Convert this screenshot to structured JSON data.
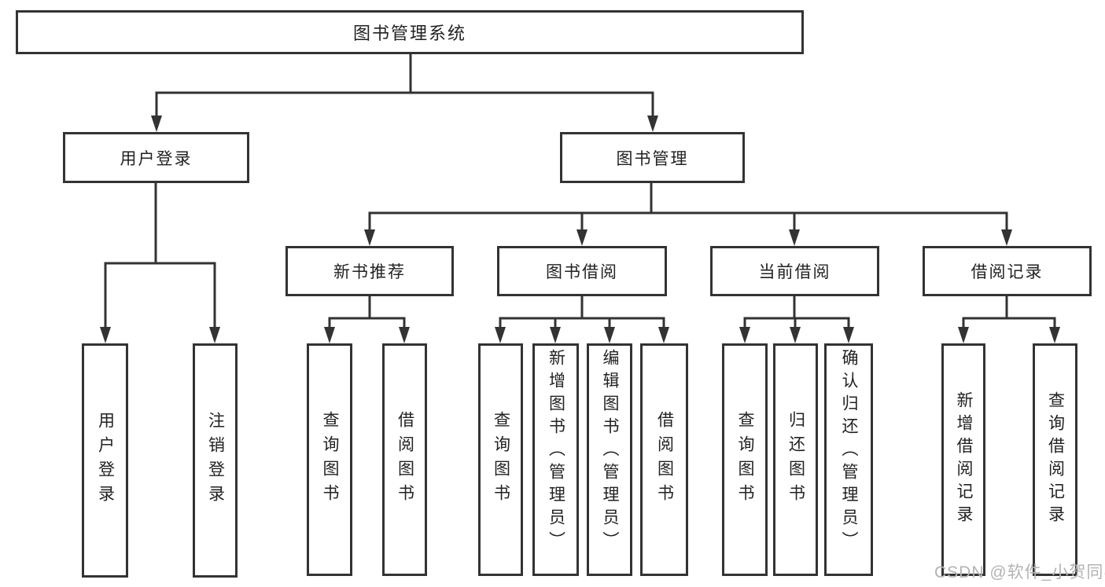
{
  "diagram": {
    "nodes": {
      "root": "图书管理系统",
      "user_login": "用户登录",
      "book_management": "图书管理",
      "new_book_recommend": "新书推荐",
      "book_borrow": "图书借阅",
      "current_borrow": "当前借阅",
      "borrow_record": "借阅记录",
      "leaf_user_login": "用户登录",
      "leaf_logout": "注销登录",
      "leaf_query_book_recommend": "查询图书",
      "leaf_borrow_book_recommend": "借阅图书",
      "leaf_query_book_borrow": "查询图书",
      "leaf_add_book_admin": "新增图书（管理员）",
      "leaf_edit_book_admin": "编辑图书（管理员）",
      "leaf_borrow_book_borrow": "借阅图书",
      "leaf_query_book_current": "查询图书",
      "leaf_return_book": "归还图书",
      "leaf_confirm_return_admin": "确认归还（管理员）",
      "leaf_add_borrow_record": "新增借阅记录",
      "leaf_query_borrow_record": "查询借阅记录"
    }
  },
  "watermark": {
    "text": "CSDN @软件_小贺同学"
  },
  "colors": {
    "line": "#333333",
    "text": "#222222",
    "box_background": "#ffffff",
    "page_background": "#ffffff",
    "watermark": "#b3b3b3"
  }
}
